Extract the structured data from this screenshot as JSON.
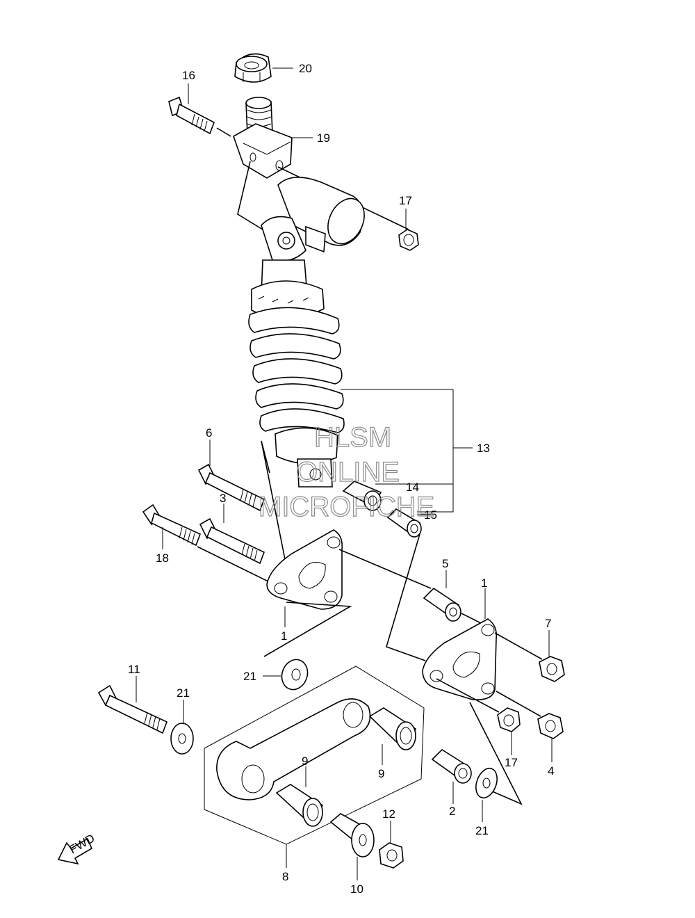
{
  "callouts": [
    {
      "id": "20",
      "text": "20"
    },
    {
      "id": "16",
      "text": "16"
    },
    {
      "id": "19",
      "text": "19"
    },
    {
      "id": "17a",
      "text": "17"
    },
    {
      "id": "13",
      "text": "13"
    },
    {
      "id": "14",
      "text": "14"
    },
    {
      "id": "15",
      "text": "15"
    },
    {
      "id": "6",
      "text": "6"
    },
    {
      "id": "3",
      "text": "3"
    },
    {
      "id": "18",
      "text": "18"
    },
    {
      "id": "5",
      "text": "5"
    },
    {
      "id": "1a",
      "text": "1"
    },
    {
      "id": "1b",
      "text": "1"
    },
    {
      "id": "7",
      "text": "7"
    },
    {
      "id": "21a",
      "text": "21"
    },
    {
      "id": "11",
      "text": "11"
    },
    {
      "id": "21b",
      "text": "21"
    },
    {
      "id": "9a",
      "text": "9"
    },
    {
      "id": "9b",
      "text": "9"
    },
    {
      "id": "17b",
      "text": "17"
    },
    {
      "id": "4",
      "text": "4"
    },
    {
      "id": "2",
      "text": "2"
    },
    {
      "id": "21c",
      "text": "21"
    },
    {
      "id": "12",
      "text": "12"
    },
    {
      "id": "8",
      "text": "8"
    },
    {
      "id": "10",
      "text": "10"
    }
  ],
  "watermark": {
    "line1": "HLSM",
    "line2": "ONLINE",
    "line3": "MICROFICHE"
  },
  "fwd_arrow": {
    "label": "FWD"
  }
}
